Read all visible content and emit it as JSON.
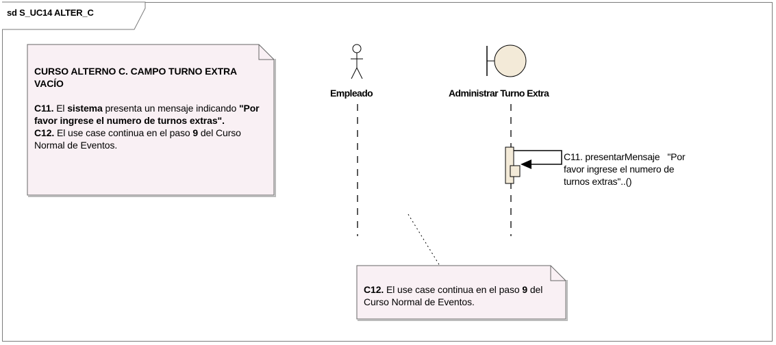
{
  "diagram": {
    "frame_title": "sd S_UC14 ALTER_C",
    "lifelines": [
      {
        "name": "Empleado",
        "kind": "actor"
      },
      {
        "name": "Administrar Turno Extra",
        "kind": "boundary"
      }
    ],
    "message": {
      "label_line1": "C11. presentarMensaje   \"Por",
      "label_line2": "favor ingrese el numero de",
      "label_line3": "turnos extras\"..()"
    },
    "note_left": {
      "heading": "CURSO ALTERNO C. CAMPO TURNO EXTRA VACÍO",
      "p1_id": "C11.",
      "p1_t1": " El ",
      "p1_b1": "sistema",
      "p1_t2": " presenta un mensaje indicando ",
      "p1_b2": "\"Por favor ingrese el numero de turnos extras\".",
      "p2_id": "C12.",
      "p2_t1": " El use case continua en el paso ",
      "p2_b1": "9",
      "p2_t2": " del Curso Normal de Eventos."
    },
    "note_bottom": {
      "p_id": "C12.",
      "p_t1": " El use case continua en el paso ",
      "p_b1": "9",
      "p_t2": " del Curso Normal de Eventos."
    },
    "colors": {
      "note_fill": "#f9f0f4",
      "boundary_fill": "#f3ead8",
      "activation_fill": "#f3ead8",
      "frame_border": "#7a7a7a"
    }
  }
}
